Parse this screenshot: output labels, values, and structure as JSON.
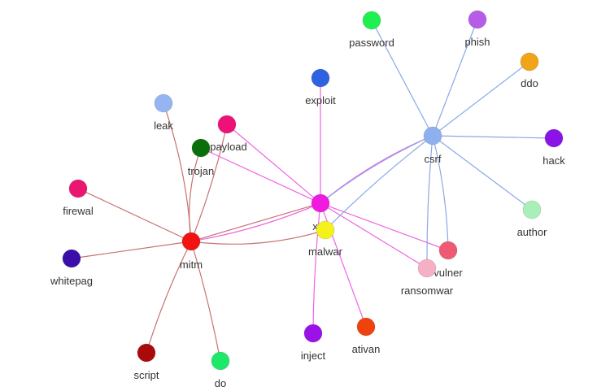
{
  "graph": {
    "edge_colors": {
      "mitm": "#c87270",
      "xss": "#ee64e2",
      "csrf": "#8aa8e6"
    },
    "nodes": [
      {
        "id": "password",
        "label": "password",
        "color": "#1ef04f"
      },
      {
        "id": "phish",
        "label": "phish",
        "color": "#b65ce6"
      },
      {
        "id": "ddo",
        "label": "ddo",
        "color": "#f2a418"
      },
      {
        "id": "exploit",
        "label": "exploit",
        "color": "#2f62e0"
      },
      {
        "id": "leak",
        "label": "leak",
        "color": "#94b5f2"
      },
      {
        "id": "payload",
        "label": "payload",
        "color": "#ee1177"
      },
      {
        "id": "trojan",
        "label": "trojan",
        "color": "#0a6e0a"
      },
      {
        "id": "csrf",
        "label": "csrf",
        "color": "#8fb0ef"
      },
      {
        "id": "hack",
        "label": "hack",
        "color": "#8a14e6"
      },
      {
        "id": "firewal",
        "label": "firewal",
        "color": "#ea1670"
      },
      {
        "id": "xss",
        "label": "xss",
        "color": "#f01ae0"
      },
      {
        "id": "malwar",
        "label": "malwar",
        "color": "#f4f21a"
      },
      {
        "id": "author",
        "label": "author",
        "color": "#a8f0b8"
      },
      {
        "id": "mitm",
        "label": "mitm",
        "color": "#f21212"
      },
      {
        "id": "whitepag",
        "label": "whitepag",
        "color": "#3a0ea8"
      },
      {
        "id": "vulner",
        "label": "vulner",
        "color": "#ee5a74"
      },
      {
        "id": "ransomwar",
        "label": "ransomwar",
        "color": "#f6b0c6"
      },
      {
        "id": "inject",
        "label": "inject",
        "color": "#9a12e8"
      },
      {
        "id": "ativan",
        "label": "ativan",
        "color": "#f0420c"
      },
      {
        "id": "script",
        "label": "script",
        "color": "#aa0a0a"
      },
      {
        "id": "do",
        "label": "do",
        "color": "#1ee86a"
      }
    ],
    "edges": [
      {
        "from": "mitm",
        "to": "leak"
      },
      {
        "from": "mitm",
        "to": "trojan"
      },
      {
        "from": "mitm",
        "to": "payload"
      },
      {
        "from": "mitm",
        "to": "firewal"
      },
      {
        "from": "mitm",
        "to": "whitepag"
      },
      {
        "from": "mitm",
        "to": "script"
      },
      {
        "from": "mitm",
        "to": "do"
      },
      {
        "from": "mitm",
        "to": "xss"
      },
      {
        "from": "mitm",
        "to": "malwar"
      },
      {
        "from": "xss",
        "to": "exploit"
      },
      {
        "from": "xss",
        "to": "payload"
      },
      {
        "from": "xss",
        "to": "trojan"
      },
      {
        "from": "xss",
        "to": "mitm"
      },
      {
        "from": "xss",
        "to": "inject"
      },
      {
        "from": "xss",
        "to": "ativan"
      },
      {
        "from": "xss",
        "to": "ransomwar"
      },
      {
        "from": "xss",
        "to": "vulner"
      },
      {
        "from": "xss",
        "to": "csrf"
      },
      {
        "from": "csrf",
        "to": "password"
      },
      {
        "from": "csrf",
        "to": "phish"
      },
      {
        "from": "csrf",
        "to": "ddo"
      },
      {
        "from": "csrf",
        "to": "hack"
      },
      {
        "from": "csrf",
        "to": "author"
      },
      {
        "from": "csrf",
        "to": "vulner"
      },
      {
        "from": "csrf",
        "to": "ransomwar"
      },
      {
        "from": "csrf",
        "to": "xss"
      },
      {
        "from": "csrf",
        "to": "malwar"
      }
    ]
  }
}
